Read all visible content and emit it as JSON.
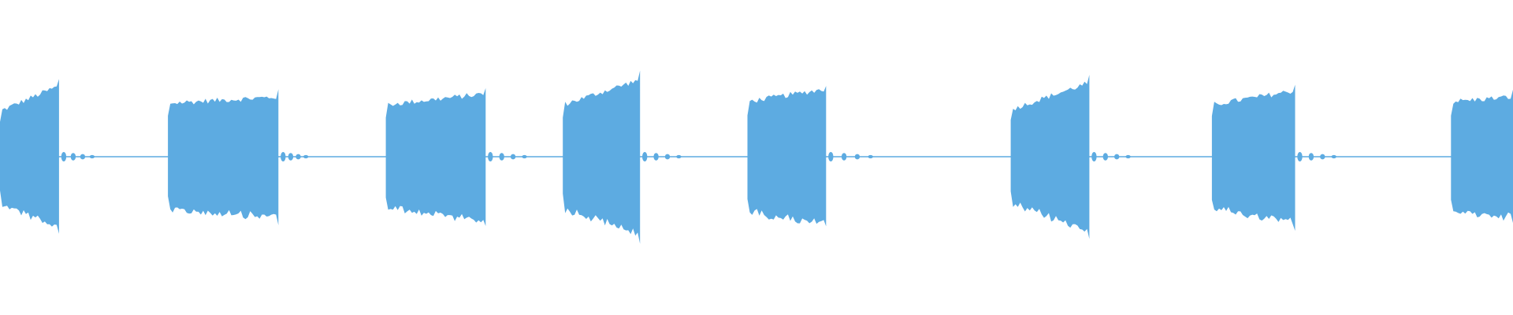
{
  "waveform": {
    "color": "#5dabe1",
    "background": "#ffffff",
    "bursts": [
      {
        "start": 0.0,
        "end": 0.039,
        "amp_start": 0.29,
        "amp_end": 0.45
      },
      {
        "start": 0.111,
        "end": 0.184,
        "amp_start": 0.34,
        "amp_end": 0.38
      },
      {
        "start": 0.255,
        "end": 0.321,
        "amp_start": 0.33,
        "amp_end": 0.4
      },
      {
        "start": 0.372,
        "end": 0.423,
        "amp_start": 0.33,
        "amp_end": 0.49
      },
      {
        "start": 0.494,
        "end": 0.546,
        "amp_start": 0.35,
        "amp_end": 0.43
      },
      {
        "start": 0.668,
        "end": 0.72,
        "amp_start": 0.3,
        "amp_end": 0.47
      },
      {
        "start": 0.801,
        "end": 0.856,
        "amp_start": 0.33,
        "amp_end": 0.42
      },
      {
        "start": 0.959,
        "end": 1.0,
        "amp_start": 0.35,
        "amp_end": 0.38
      }
    ],
    "tails": [
      {
        "start": 0.039,
        "length": 0.025
      },
      {
        "start": 0.184,
        "length": 0.02
      },
      {
        "start": 0.321,
        "length": 0.03
      },
      {
        "start": 0.423,
        "length": 0.03
      },
      {
        "start": 0.546,
        "length": 0.035
      },
      {
        "start": 0.72,
        "length": 0.03
      },
      {
        "start": 0.856,
        "length": 0.03
      }
    ]
  }
}
